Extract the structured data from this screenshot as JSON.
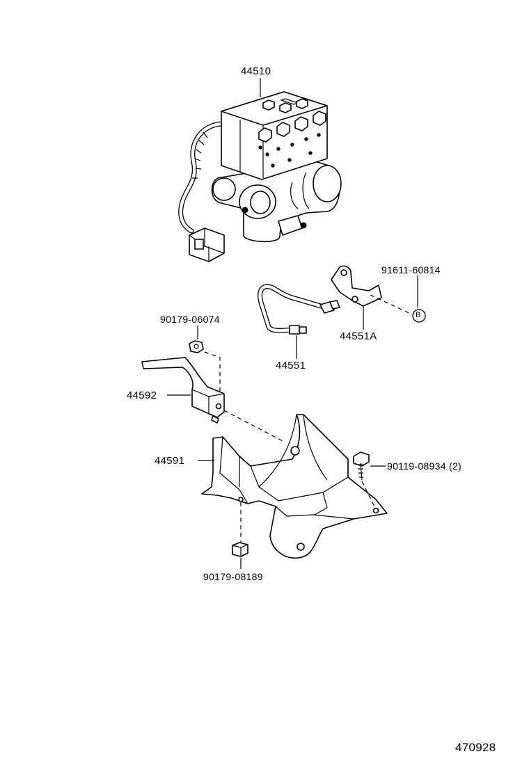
{
  "diagram": {
    "part_labels": {
      "actuator": "44510",
      "bolt_b": "91611-60814",
      "tube_a": "44551A",
      "tube": "44551",
      "nut_upper": "90179-06074",
      "bracket_upper": "44592",
      "bracket_lower": "44591",
      "bolt_side": "90119-08934 (2)",
      "nut_lower": "90179-08189"
    },
    "callout_letter": "B",
    "figure_id": "470928"
  }
}
